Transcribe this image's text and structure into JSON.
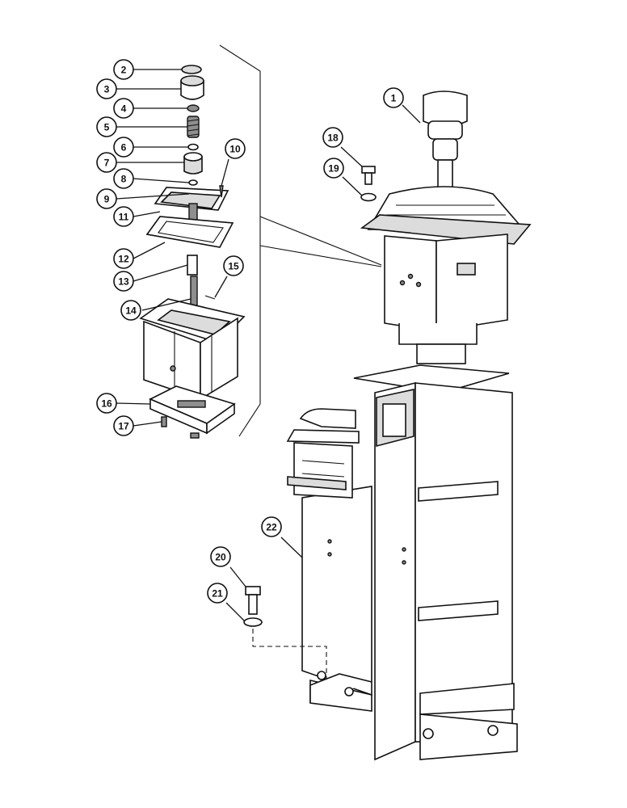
{
  "callouts": [
    {
      "id": "1",
      "label": "1"
    },
    {
      "id": "2",
      "label": "2"
    },
    {
      "id": "3",
      "label": "3"
    },
    {
      "id": "4",
      "label": "4"
    },
    {
      "id": "5",
      "label": "5"
    },
    {
      "id": "6",
      "label": "6"
    },
    {
      "id": "7",
      "label": "7"
    },
    {
      "id": "8",
      "label": "8"
    },
    {
      "id": "9",
      "label": "9"
    },
    {
      "id": "10",
      "label": "10"
    },
    {
      "id": "11",
      "label": "11"
    },
    {
      "id": "12",
      "label": "12"
    },
    {
      "id": "13",
      "label": "13"
    },
    {
      "id": "14",
      "label": "14"
    },
    {
      "id": "15",
      "label": "15"
    },
    {
      "id": "16",
      "label": "16"
    },
    {
      "id": "17",
      "label": "17"
    },
    {
      "id": "18",
      "label": "18"
    },
    {
      "id": "19",
      "label": "19"
    },
    {
      "id": "20",
      "label": "20"
    },
    {
      "id": "21",
      "label": "21"
    },
    {
      "id": "22",
      "label": "22"
    }
  ],
  "colors": {
    "ink": "#111111",
    "paper": "#ffffff",
    "shade": "#dcdcdc"
  }
}
